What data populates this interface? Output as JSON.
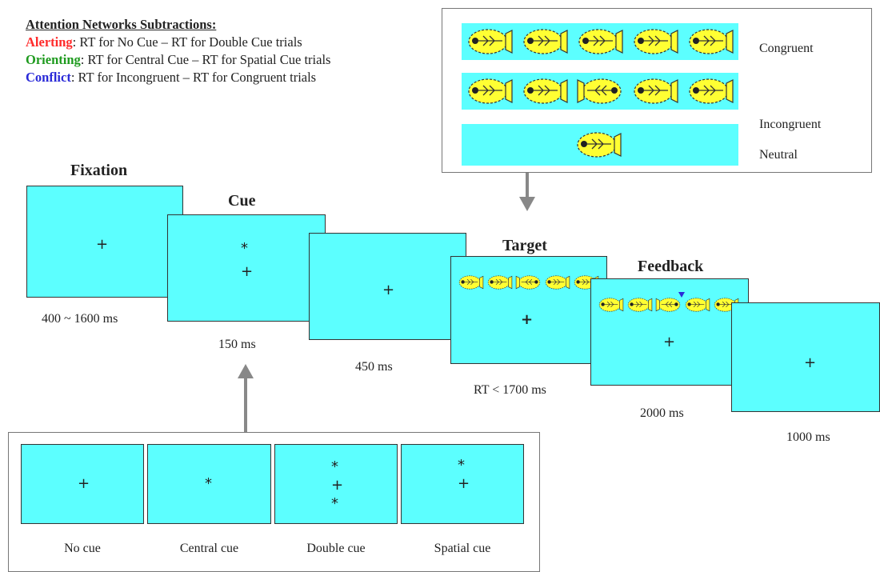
{
  "legend": {
    "title": "Attention Networks Subtractions:",
    "alerting": {
      "term": "Alerting",
      "text": ": RT for No Cue – RT for Double Cue trials",
      "color": "#ff2a2a"
    },
    "orienting": {
      "term": "Orienting",
      "text": ": RT for Central Cue – RT for Spatial Cue trials",
      "color": "#1e9a1e"
    },
    "conflict": {
      "term": "Conflict",
      "text": ": RT for Incongruent – RT for Congruent trials",
      "color": "#2a2ad8"
    }
  },
  "target_types": [
    {
      "label": "Congruent"
    },
    {
      "label": "Incongruent"
    },
    {
      "label": "Neutral"
    }
  ],
  "stages": [
    {
      "title": "Fixation",
      "duration": "400 ~ 1600 ms"
    },
    {
      "title": "Cue",
      "duration": "150 ms"
    },
    {
      "title": "",
      "duration": "450 ms"
    },
    {
      "title": "Target",
      "duration": "RT < 1700 ms"
    },
    {
      "title": "Feedback",
      "duration": "2000 ms"
    },
    {
      "title": "",
      "duration": "1000 ms"
    }
  ],
  "cue_types": [
    {
      "label": "No cue"
    },
    {
      "label": "Central cue"
    },
    {
      "label": "Double cue"
    },
    {
      "label": "Spatial cue"
    }
  ],
  "symbols": {
    "fixation": "+",
    "cue": "*"
  },
  "colors": {
    "screen": "#5cffff",
    "fish": "#ffff33",
    "arrow": "#888888"
  }
}
